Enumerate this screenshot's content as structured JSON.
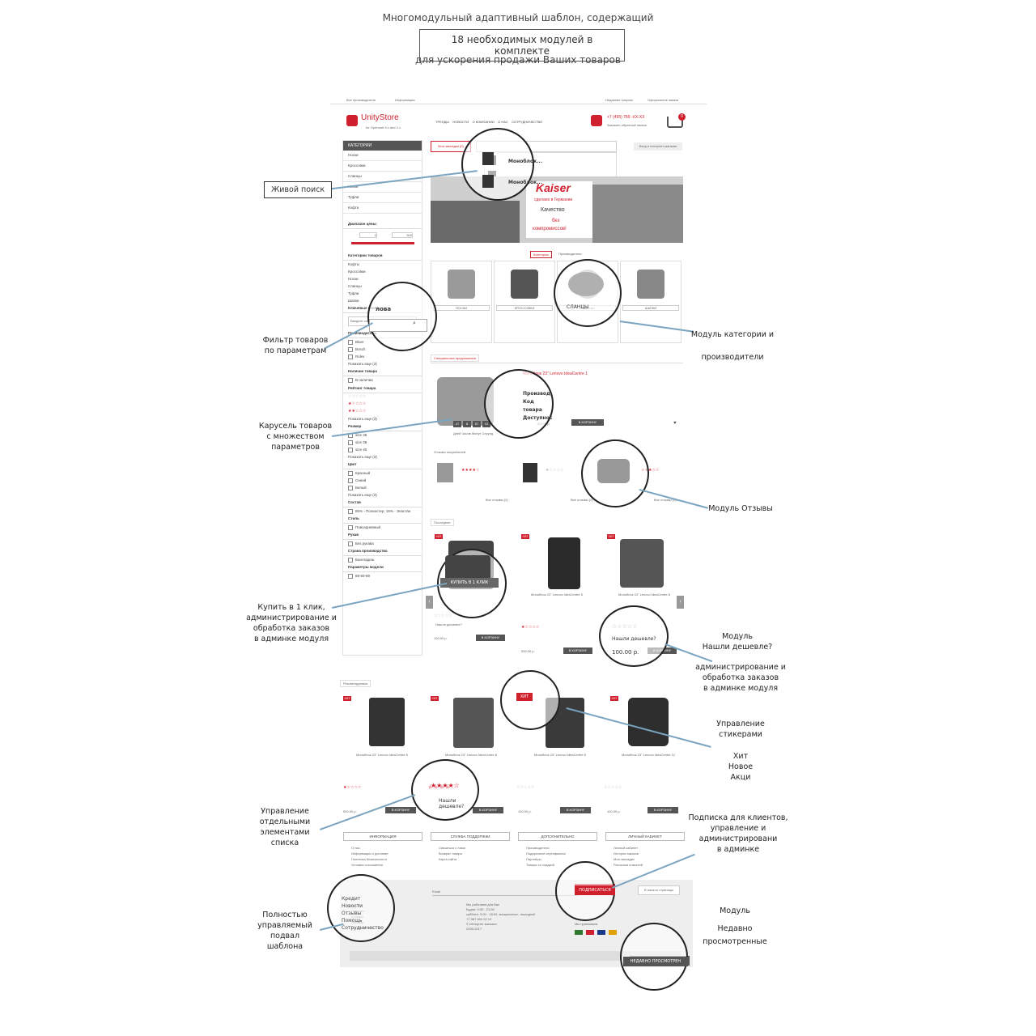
{
  "header": {
    "line1": "Многомодульный адаптивный шаблон, содержащий",
    "line2": "18 необходимых модулей в комплекте",
    "line3": "для ускорения продажи Ваших товаров"
  },
  "notes": {
    "live_search": "Живой поиск",
    "filter": [
      "Фильтр товаров",
      "по параметрам"
    ],
    "carousel": [
      "Карусель товаров",
      "с множеством",
      "параметров"
    ],
    "buy_click": [
      "Купить в 1 клик,",
      "администрирование и",
      "обработка заказов",
      "в админке модуля"
    ],
    "control": [
      "Управление",
      "отдельными",
      "элементами",
      "списка"
    ],
    "footer_ctrl": [
      "Полностью",
      "управляемый",
      "подвал",
      "шаблона"
    ],
    "cat_module": [
      "Модуль категории и",
      "производители"
    ],
    "reviews": "Модуль Отзывы",
    "cheaper": [
      "Модуль",
      "Нашли дешевле?"
    ],
    "cheaper_admin": [
      "администрирование и",
      "обработка заказов",
      "в админке модуля"
    ],
    "stickers": [
      "Управление",
      "стикерами"
    ],
    "hit_new": [
      "Хит",
      "Новое",
      "Акци"
    ],
    "subscribe": [
      "Подписка для клиентов,",
      "управление и",
      "администрировани",
      "в админке"
    ],
    "recent": [
      "Модуль",
      "Недавно",
      "просмотренные"
    ]
  },
  "store": {
    "logo": "UnityStore",
    "logo_sub": "for Opencart 3.x and 2.x",
    "topbar_left": "Все производители",
    "topbar_info": "Информация",
    "topbar_right1": "Недавние покупки",
    "topbar_right2": "Оформление заказа",
    "nav": [
      "ТРЕНДЫ",
      "НОВОСТИ",
      "О КОМПАНИИ",
      "О НАС",
      "СОТРУДНИЧЕСТВО"
    ],
    "phone": "+7 (495) 789 -XX-XX",
    "callback": "Заказать обратный звонок",
    "cart_count": "0",
    "categories_title": "КАТЕГОРИИ",
    "categories": [
      "Носки",
      "Кроссовки",
      "Сланцы",
      "Носки",
      "Туфли",
      "Кофта"
    ],
    "price_label": "Диапазон цены:",
    "price_from": "0",
    "price_to": "500",
    "cat_filter_title": "Категории товаров",
    "cat_filter": [
      "Кофты",
      "Кроссовки",
      "Носки",
      "Сланцы",
      "Туфли",
      "Шапки"
    ],
    "keywords": "Ключевые слова",
    "keywords_zoom": "лова",
    "search_ph": "Введите слово или фразу через проб",
    "manufacturers": "Производитель",
    "brands": [
      "Bluer",
      "Bosch",
      "Rolex"
    ],
    "show_more": "Показать еще (3)",
    "availability": "Наличие товара",
    "in_stock": "В наличии",
    "rating": "Рейтинг товара",
    "size": "Размер",
    "sizes": [
      "size 36",
      "size 38",
      "size 40"
    ],
    "color": "Цвет",
    "colors": [
      "Красный",
      "Синий",
      "Белый"
    ],
    "composition": "Состав",
    "composition_val": "85% - Полиэстер, 15% - Эластан",
    "style": "Стиль",
    "style_val": "Повседневный",
    "sleeve": "Рукав",
    "sleeve_val": "Без рукава",
    "country": "Страна производства",
    "country_val": "Бангладеш",
    "params": "Параметры модели",
    "params_val": "88-60-89",
    "wishlist": "Мои закладки (0)",
    "login": "Вход в интернет-магазин",
    "search_result1": "Моноблок...",
    "search_result2": "Моноблок...",
    "banner_brand": "Kaiser",
    "banner_sub": "сделано в Германии",
    "banner_q": "Качество",
    "banner_no": "без",
    "banner_comp": "компромиссов!",
    "tab_cat": "Категории",
    "tab_man": "Производители",
    "cat_tiles": [
      "НОСКИ",
      "КРОССОВКИ",
      "СЛАНЦЫ",
      "ШАПКИ"
    ],
    "special": "Специальные предложения",
    "special_title": "Моноблок 23\" Lenovo IdeaCentre 1",
    "special_zoom": [
      "Производ",
      "Код товара",
      "Доступнос"
    ],
    "timer": [
      "47",
      "8",
      "57",
      "12"
    ],
    "timer_labels": [
      "Дней",
      "Часов",
      "Минут",
      "Секунд"
    ],
    "special_price": "100.00 р.",
    "to_cart": "В КОРЗИНУ",
    "reviews_title": "Отзывы покупателей",
    "all_reviews": "Все отзывы (2)",
    "latest": "Последние",
    "hit": "ХИТ",
    "buy_one": "КУПИТЬ В 1 КЛИК",
    "latest_products": [
      "Моноблок 23\" Lenovo IdeaCentre 1",
      "Моноблок 23\" Lenovo IdeaCentre 5",
      "Моноблок 23\" Lenovo IdeaCentre 8"
    ],
    "cheaper_btn": "Нашли дешевле?",
    "price100": "100.00 р.",
    "price500": "500.00 р.",
    "recommended": "Рекомендуемые",
    "rec_products": [
      "Моноблок 23\" Lenovo IdeaCentre 5",
      "Моноблок 23\" Lenovo IdeaCentre 8",
      "Моноблок 23\" Lenovo IdeaCentre 6",
      "Моноблок 23\" Lenovo IdeaCentre 12"
    ],
    "rec_prices": [
      "500.00 р.",
      "100.00 р.",
      "100.00 р.",
      "100.00 р."
    ],
    "footer_cols": [
      "ИНФОРМАЦИЯ",
      "СЛУЖБА ПОДДЕРЖКИ",
      "ДОПОЛНИТЕЛЬНО",
      "ЛИЧНЫЙ КАБИНЕТ"
    ],
    "footer_links": [
      [
        "О нас",
        "Информация о доставке",
        "Политика безопасности",
        "Условия соглашения"
      ],
      [
        "Связаться с нами",
        "Возврат товара",
        "Карта сайта"
      ],
      [
        "Производители",
        "Подарочные сертификаты",
        "Партнёры",
        "Товары со скидкой"
      ],
      [
        "Личный кабинет",
        "История заказов",
        "Мои закладки",
        "Рассылка новостей"
      ]
    ],
    "email_ph": "Email",
    "subscribe_btn": "ПОДПИСАТЬСЯ",
    "to_top": "В начало страницы",
    "footer_menu": [
      "Кредит",
      "Новости",
      "Отзывы",
      "Помощь",
      "Сотрудничество"
    ],
    "hours": [
      "Мы работаем для Вас",
      "Будни: 9:00 - 21:00",
      "суббота: 9:00 - 18:00, воскресенье - выходной",
      "+7 987 654 32 10",
      "© Интернет-магазин",
      "2005-2017"
    ],
    "payments": "Мы принимаем",
    "recent_btn": "НЕДАВНО ПРОСМОТРЕН"
  },
  "colors": {
    "accent": "#d0202e",
    "dark": "#555555",
    "green": "#5aa02c"
  }
}
